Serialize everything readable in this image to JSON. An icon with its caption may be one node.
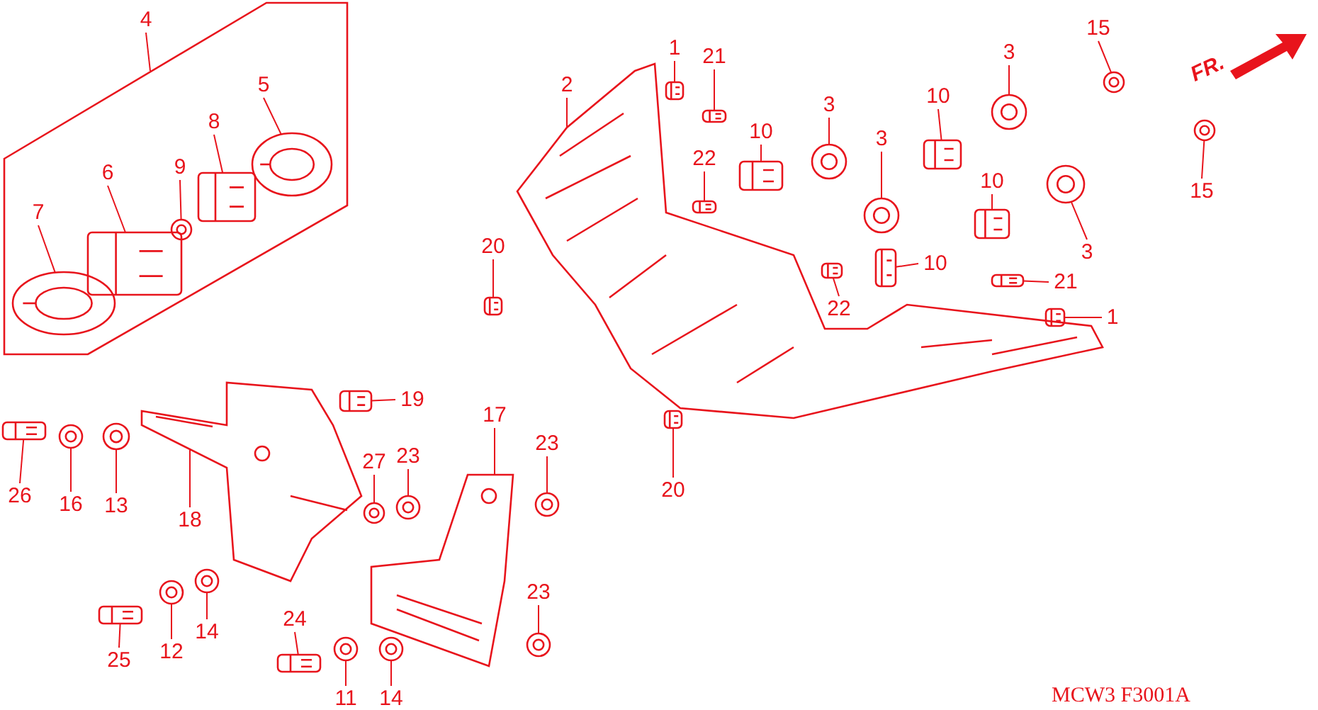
{
  "diagram": {
    "nodes": [
      {
        "text": [
          "4"
        ]
      },
      {
        "text": [],
        "shape": "picture"
      },
      {
        "text": [
          "8"
        ],
        "in": 1
      },
      {
        "text": [
          "9"
        ],
        "in": 1
      },
      {
        "text": [
          "6"
        ],
        "in": 1
      },
      {
        "text": [
          "7"
        ],
        "in": 1
      },
      {
        "text": [
          "2"
        ]
      },
      {
        "text": [
          "1"
        ]
      },
      {
        "text": [
          "21"
        ]
      },
      {
        "text": [
          "10"
        ]
      },
      {
        "text": [
          "3"
        ]
      },
      {
        "text": [
          "3"
        ]
      },
      {
        "text": [
          "22"
        ]
      },
      {
        "text": [
          "10"
        ]
      },
      {
        "text": [
          "3"
        ]
      },
      {
        "text": [
          "15"
        ]
      },
      {
        "text": [
          "10"
        ]
      },
      {
        "text": [
          "3"
        ]
      },
      {
        "text": [
          "15"
        ]
      },
      {
        "text": [
          "20"
        ]
      },
      {
        "text": [
          "22"
        ]
      },
      {
        "text": [
          "10"
        ]
      },
      {
        "text": [
          "21"
        ]
      },
      {
        "text": [
          "1"
        ]
      },
      {
        "text": [
          "20"
        ]
      },
      {
        "text": [
          "19"
        ]
      },
      {
        "text": [
          "17"
        ]
      },
      {
        "text": [
          "27"
        ]
      },
      {
        "text": [
          "23"
        ]
      },
      {
        "text": [
          "23"
        ]
      },
      {
        "text": [
          "26"
        ]
      },
      {
        "text": [
          "16"
        ]
      },
      {
        "text": [
          "13"
        ]
      },
      {
        "text": [
          "18"
        ]
      },
      {
        "text": [
          "14"
        ]
      },
      {
        "text": [
          "12"
        ]
      },
      {
        "text": [
          "25"
        ]
      },
      {
        "text": [
          "24"
        ]
      },
      {
        "text": [
          "11"
        ]
      },
      {
        "text": [
          "14"
        ]
      },
      {
        "text": [
          "23"
        ]
      },
      {
        "text": [
          "5"
        ],
        "in": 1
      },
      {
        "text": [],
        "shape": "picture",
        "in": 1
      },
      {
        "text": [],
        "shape": "picture",
        "in": 1
      },
      {
        "text": [],
        "shape": "picture",
        "in": 1
      },
      {
        "text": [],
        "shape": "picture",
        "in": 1
      },
      {
        "text": [],
        "shape": "picture",
        "in": 1
      },
      {
        "text": [],
        "shape": "picture"
      },
      {
        "text": [],
        "shape": "picture"
      },
      {
        "text": [],
        "shape": "picture"
      },
      {
        "text": [],
        "shape": "picture"
      },
      {
        "text": [],
        "shape": "picture"
      },
      {
        "text": [],
        "shape": "picture"
      },
      {
        "text": [],
        "shape": "picture"
      },
      {
        "text": [],
        "shape": "picture"
      },
      {
        "text": [],
        "shape": "picture"
      },
      {
        "text": [],
        "shape": "picture"
      },
      {
        "text": [],
        "shape": "picture"
      },
      {
        "text": [],
        "shape": "picture"
      },
      {
        "text": [],
        "shape": "picture"
      },
      {
        "text": [],
        "shape": "picture"
      },
      {
        "text": [],
        "shape": "picture"
      },
      {
        "text": [],
        "shape": "picture"
      },
      {
        "text": [],
        "shape": "picture"
      },
      {
        "text": [],
        "shape": "picture"
      },
      {
        "text": [],
        "shape": "picture"
      },
      {
        "text": [],
        "shape": "picture"
      },
      {
        "text": [],
        "shape": "picture"
      },
      {
        "text": [],
        "shape": "picture"
      },
      {
        "text": [],
        "shape": "picture"
      },
      {
        "text": [],
        "shape": "picture"
      },
      {
        "text": [],
        "shape": "picture"
      },
      {
        "text": [],
        "shape": "picture"
      },
      {
        "text": [],
        "shape": "picture"
      },
      {
        "text": [],
        "shape": "picture"
      },
      {
        "text": [],
        "shape": "picture"
      },
      {
        "text": [],
        "shape": "picture"
      },
      {
        "text": [],
        "shape": "picture"
      },
      {
        "text": [],
        "shape": "picture"
      },
      {
        "text": [],
        "shape": "picture"
      },
      {
        "text": [],
        "shape": "picture"
      },
      {
        "text": [],
        "shape": "picture"
      }
    ],
    "edges": [
      {
        "from": 0,
        "to": 1,
        "arrow": "none"
      },
      {
        "from": 41,
        "to": 42,
        "arrow": "none"
      },
      {
        "from": 2,
        "to": 43,
        "arrow": "none"
      },
      {
        "from": 3,
        "to": 44,
        "arrow": "none"
      },
      {
        "from": 4,
        "to": 45,
        "arrow": "none"
      },
      {
        "from": 5,
        "to": 46,
        "arrow": "none"
      },
      {
        "from": 6,
        "to": 47,
        "arrow": "none"
      },
      {
        "from": 7,
        "to": 48,
        "arrow": "none"
      },
      {
        "from": 8,
        "to": 49,
        "arrow": "none"
      },
      {
        "from": 9,
        "to": 50,
        "arrow": "none"
      },
      {
        "from": 10,
        "to": 51,
        "arrow": "none"
      },
      {
        "from": 11,
        "to": 52,
        "arrow": "none"
      },
      {
        "from": 12,
        "to": 53,
        "arrow": "none"
      },
      {
        "from": 13,
        "to": 54,
        "arrow": "none"
      },
      {
        "from": 14,
        "to": 55,
        "arrow": "none"
      },
      {
        "from": 15,
        "to": 56,
        "arrow": "none"
      },
      {
        "from": 16,
        "to": 57,
        "arrow": "none"
      },
      {
        "from": 17,
        "to": 58,
        "arrow": "none"
      },
      {
        "from": 18,
        "to": 59,
        "arrow": "none"
      },
      {
        "from": 19,
        "to": 60,
        "arrow": "none"
      },
      {
        "from": 20,
        "to": 61,
        "arrow": "none"
      },
      {
        "from": 21,
        "to": 62,
        "arrow": "none"
      },
      {
        "from": 22,
        "to": 63,
        "arrow": "none"
      },
      {
        "from": 23,
        "to": 64,
        "arrow": "none"
      },
      {
        "from": 24,
        "to": 65,
        "arrow": "none"
      },
      {
        "from": 25,
        "to": 66,
        "arrow": "none"
      },
      {
        "from": 26,
        "to": 67,
        "arrow": "none"
      },
      {
        "from": 27,
        "to": 68,
        "arrow": "none"
      },
      {
        "from": 28,
        "to": 69,
        "arrow": "none"
      },
      {
        "from": 29,
        "to": 70,
        "arrow": "none"
      },
      {
        "from": 30,
        "to": 71,
        "arrow": "none"
      },
      {
        "from": 31,
        "to": 72,
        "arrow": "none"
      },
      {
        "from": 32,
        "to": 73,
        "arrow": "none"
      },
      {
        "from": 33,
        "to": 74,
        "arrow": "none"
      },
      {
        "from": 34,
        "to": 75,
        "arrow": "none"
      },
      {
        "from": 35,
        "to": 76,
        "arrow": "none"
      },
      {
        "from": 36,
        "to": 77,
        "arrow": "none"
      },
      {
        "from": 37,
        "to": 78,
        "arrow": "none"
      },
      {
        "from": 38,
        "to": 79,
        "arrow": "none"
      },
      {
        "from": 39,
        "to": 80,
        "arrow": "none"
      },
      {
        "from": 40,
        "to": 81,
        "arrow": "none"
      }
    ],
    "labels": [
      "FR.",
      "MCW3 F3001A"
    ]
  }
}
